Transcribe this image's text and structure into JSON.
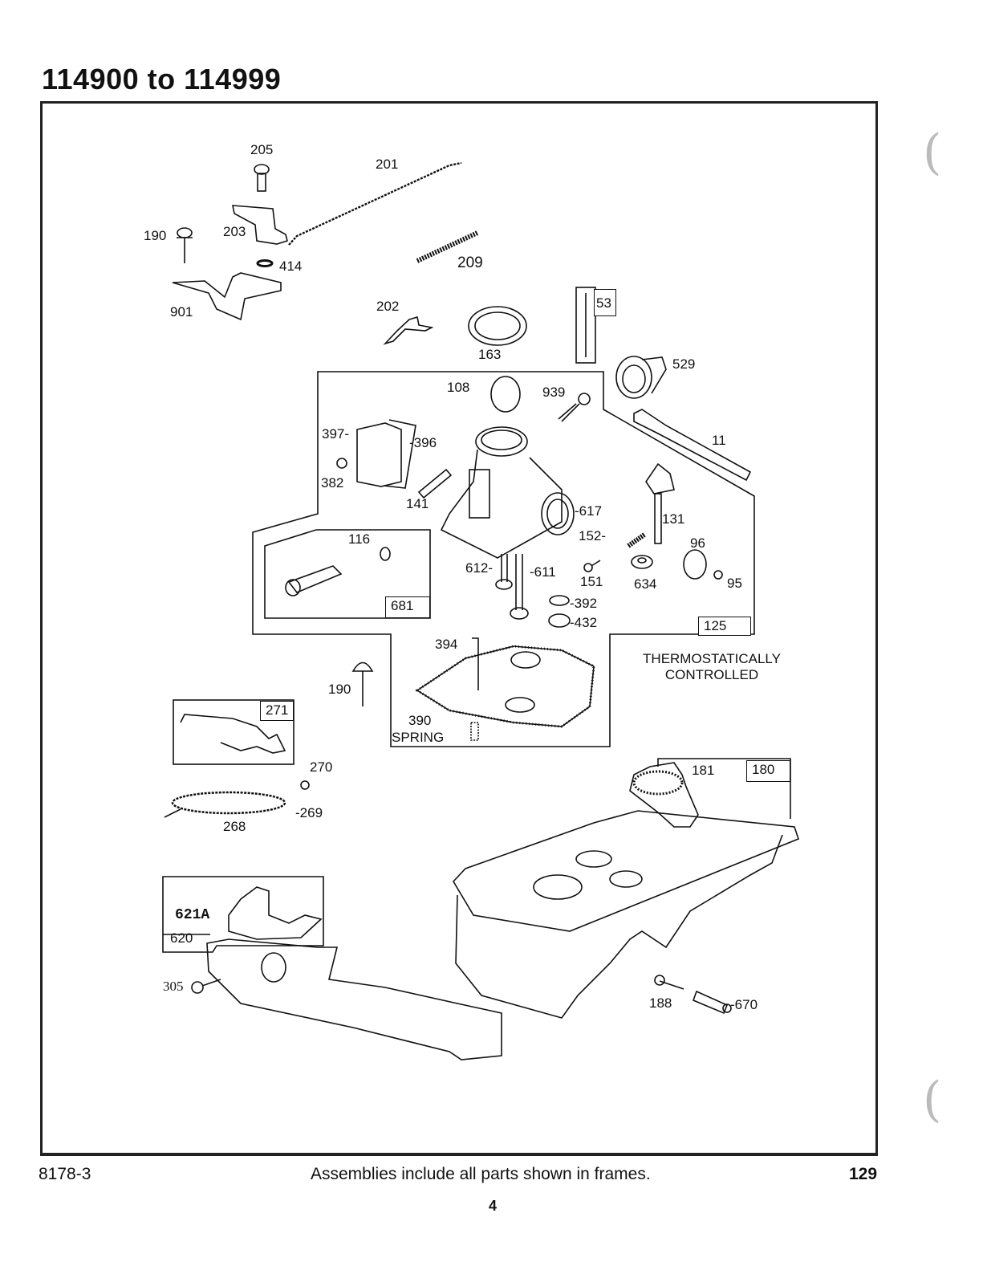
{
  "page": {
    "title": "114900 to 114999"
  },
  "parts": {
    "205": "205",
    "201": "201",
    "190a": "190",
    "203": "203",
    "414": "414",
    "209": "209",
    "901": "901",
    "202": "202",
    "163": "163",
    "53": "53",
    "529": "529",
    "108": "108",
    "939": "939",
    "397": "397-",
    "396": "-396",
    "382": "382",
    "141": "141",
    "11": "11",
    "617": "-617",
    "131": "131",
    "116": "116",
    "152": "152-",
    "96": "96",
    "612": "612-",
    "611": "-611",
    "151": "151",
    "634": "634",
    "95": "95",
    "681": "681",
    "392": "-392",
    "432": "-432",
    "125": "125",
    "394": "394",
    "190b": "190",
    "271": "271",
    "390": "390",
    "spring": "SPRING",
    "270": "270",
    "268": "268",
    "269": "-269",
    "181": "181",
    "180": "180",
    "621A": "621A",
    "620": "620",
    "305": "305",
    "188": "188",
    "670": "-670"
  },
  "notes": {
    "thermostat_line1": "THERMOSTATICALLY",
    "thermostat_line2": "CONTROLLED"
  },
  "footer": {
    "doc_number": "8178-3",
    "caption": "Assemblies include all parts shown in frames.",
    "page_number": "129",
    "sub_page": "4"
  }
}
